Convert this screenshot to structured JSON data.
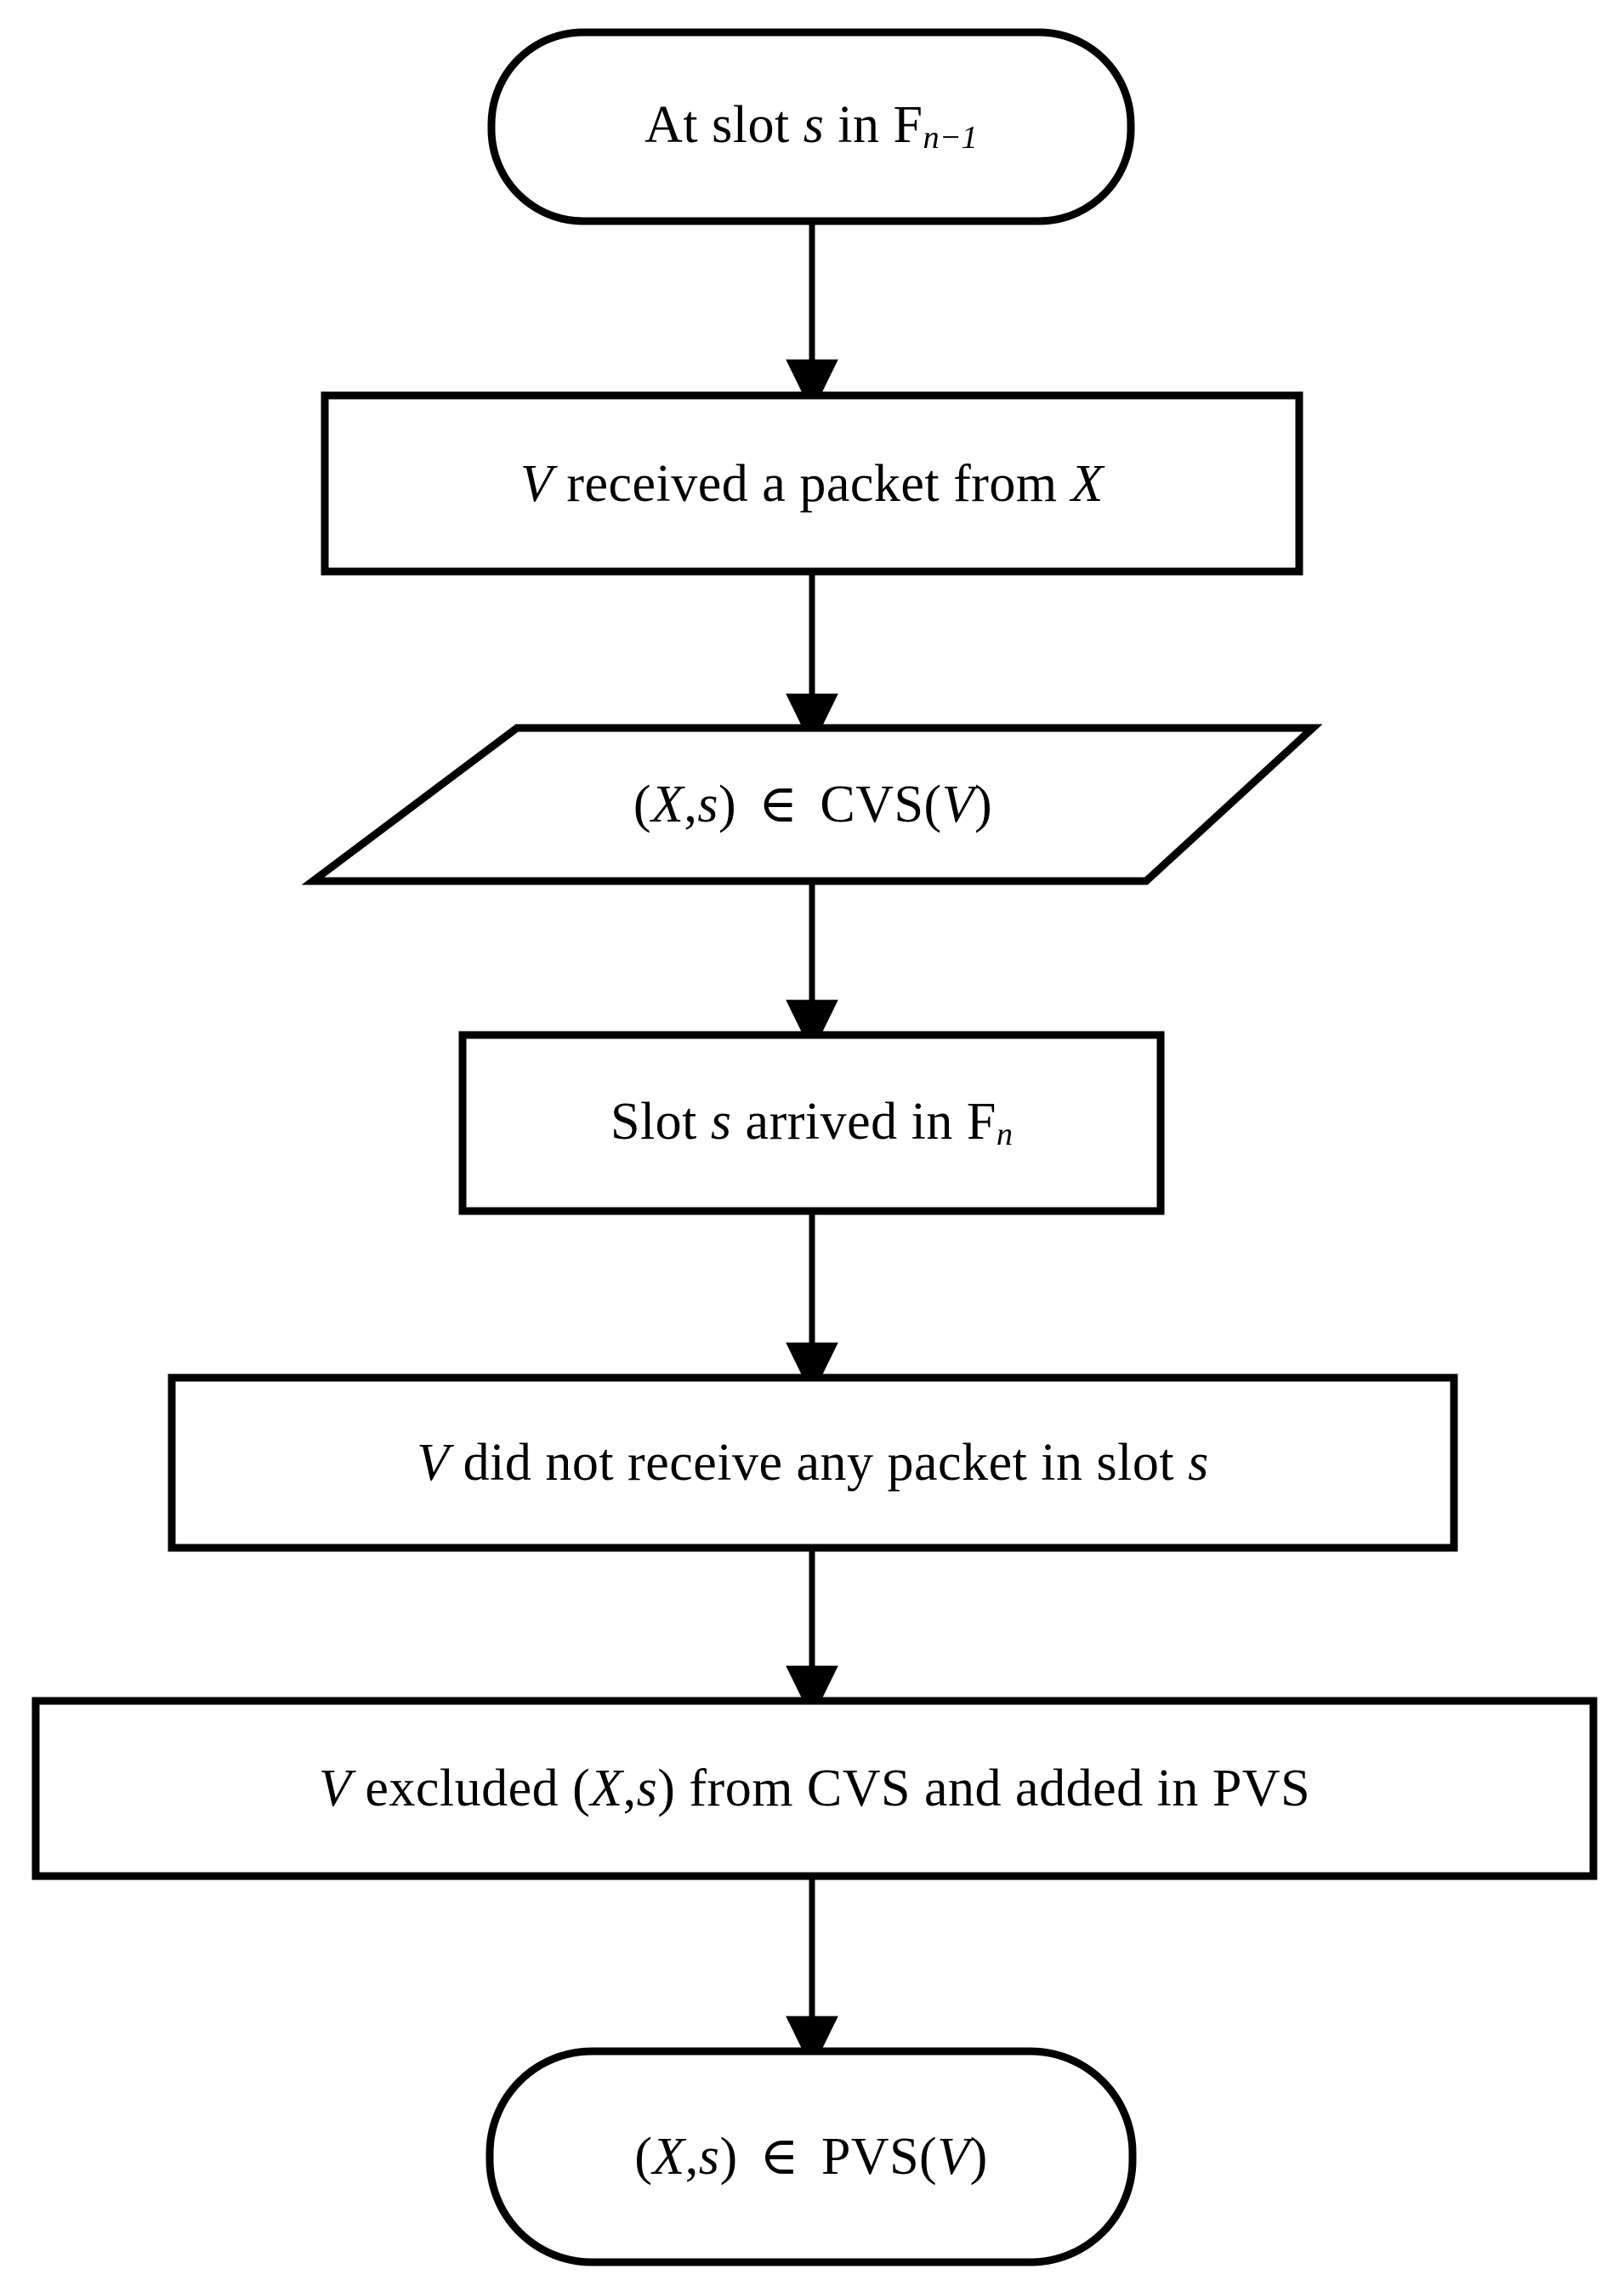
{
  "diagram": {
    "type": "flowchart",
    "orientation": "top-to-bottom",
    "background_color": "#ffffff",
    "stroke_color": "#000000",
    "text_color": "#000000",
    "node_count": 7,
    "connector_count": 6,
    "nodes": [
      {
        "id": "n1",
        "shape": "rounded-rectangle",
        "role": "terminator-start",
        "text": "At slot s in F n-1",
        "parts": [
          {
            "t": "At slot ",
            "style": "normal"
          },
          {
            "t": "s",
            "style": "italic"
          },
          {
            "t": " in F",
            "style": "normal"
          },
          {
            "t": "n−1",
            "style": "subscript-italic"
          }
        ]
      },
      {
        "id": "n2",
        "shape": "rectangle",
        "role": "process",
        "text": "V received a packet from X",
        "parts": [
          {
            "t": "V",
            "style": "italic"
          },
          {
            "t": " received a packet from ",
            "style": "normal"
          },
          {
            "t": "X",
            "style": "italic"
          }
        ]
      },
      {
        "id": "n3",
        "shape": "parallelogram",
        "role": "data",
        "text": "(X,s) ∈ CVS(V)",
        "parts": [
          {
            "t": "(",
            "style": "normal"
          },
          {
            "t": "X",
            "style": "italic"
          },
          {
            "t": ",",
            "style": "normal"
          },
          {
            "t": "s",
            "style": "italic"
          },
          {
            "t": ") ",
            "style": "normal"
          },
          {
            "t": "∈",
            "style": "operator"
          },
          {
            "t": " CVS(",
            "style": "normal"
          },
          {
            "t": "V",
            "style": "italic"
          },
          {
            "t": ")",
            "style": "normal"
          }
        ]
      },
      {
        "id": "n4",
        "shape": "rectangle",
        "role": "process",
        "text": "Slot s arrived in F n",
        "parts": [
          {
            "t": "Slot ",
            "style": "normal"
          },
          {
            "t": "s",
            "style": "italic"
          },
          {
            "t": " arrived in F",
            "style": "normal"
          },
          {
            "t": "n",
            "style": "subscript-italic"
          }
        ]
      },
      {
        "id": "n5",
        "shape": "rectangle",
        "role": "process",
        "text": "V did not receive any packet in slot s",
        "parts": [
          {
            "t": "V",
            "style": "italic"
          },
          {
            "t": " did not receive any packet in slot ",
            "style": "normal"
          },
          {
            "t": "s",
            "style": "italic"
          }
        ]
      },
      {
        "id": "n6",
        "shape": "rectangle",
        "role": "process",
        "text": "V excluded (X,s) from CVS and added in PVS",
        "parts": [
          {
            "t": "V",
            "style": "italic"
          },
          {
            "t": " excluded (",
            "style": "normal"
          },
          {
            "t": "X",
            "style": "italic"
          },
          {
            "t": ",",
            "style": "normal"
          },
          {
            "t": "s",
            "style": "italic"
          },
          {
            "t": ") from CVS and added in PVS",
            "style": "normal"
          }
        ]
      },
      {
        "id": "n7",
        "shape": "rounded-rectangle",
        "role": "terminator-end",
        "text": "(X,s) ∈ PVS(V)",
        "parts": [
          {
            "t": "(",
            "style": "normal"
          },
          {
            "t": "X",
            "style": "italic"
          },
          {
            "t": ",",
            "style": "normal"
          },
          {
            "t": "s",
            "style": "italic"
          },
          {
            "t": ") ",
            "style": "normal"
          },
          {
            "t": "∈",
            "style": "operator"
          },
          {
            "t": " PVS(",
            "style": "normal"
          },
          {
            "t": "V",
            "style": "italic"
          },
          {
            "t": ")",
            "style": "normal"
          }
        ]
      }
    ],
    "connectors": [
      {
        "from": "n1",
        "to": "n2",
        "arrowhead": "filled-triangle",
        "direction": "down"
      },
      {
        "from": "n2",
        "to": "n3",
        "arrowhead": "filled-triangle",
        "direction": "down"
      },
      {
        "from": "n3",
        "to": "n4",
        "arrowhead": "filled-triangle",
        "direction": "down"
      },
      {
        "from": "n4",
        "to": "n5",
        "arrowhead": "filled-triangle",
        "direction": "down"
      },
      {
        "from": "n5",
        "to": "n6",
        "arrowhead": "filled-triangle",
        "direction": "down"
      },
      {
        "from": "n6",
        "to": "n7",
        "arrowhead": "filled-triangle",
        "direction": "down"
      }
    ]
  }
}
